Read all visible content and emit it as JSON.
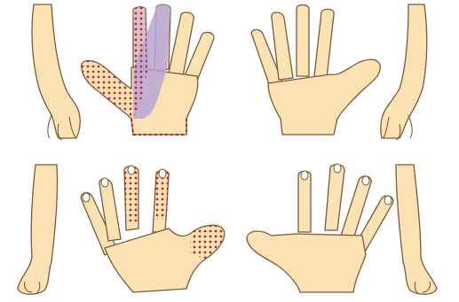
{
  "colors": {
    "background": "#ffffff",
    "skin": "#fbe2b3",
    "outline": "#7a5a3c",
    "numbness_dots": "#b3262e",
    "purple_region": "#b9a6d6",
    "nail": "#ffffff"
  },
  "figures": [
    {
      "name": "top-left-arm-side-view",
      "view": "side",
      "hand": "left"
    },
    {
      "name": "top-left-palm",
      "view": "palm",
      "hand": "left",
      "highlight": [
        "thumb",
        "index",
        "middle-partial",
        "palm-radial"
      ]
    },
    {
      "name": "top-right-palm",
      "view": "palm",
      "hand": "right",
      "highlight": []
    },
    {
      "name": "top-right-arm-side-view",
      "view": "side",
      "hand": "right"
    },
    {
      "name": "bottom-left-arm-side-view",
      "view": "side",
      "hand": "left"
    },
    {
      "name": "bottom-left-dorsal-hand",
      "view": "back",
      "hand": "left",
      "highlight": [
        "index-tip",
        "middle-tip",
        "thumb"
      ]
    },
    {
      "name": "bottom-right-dorsal-hand",
      "view": "back",
      "hand": "right",
      "highlight": []
    },
    {
      "name": "bottom-right-arm-side-view",
      "view": "side",
      "hand": "right"
    }
  ]
}
